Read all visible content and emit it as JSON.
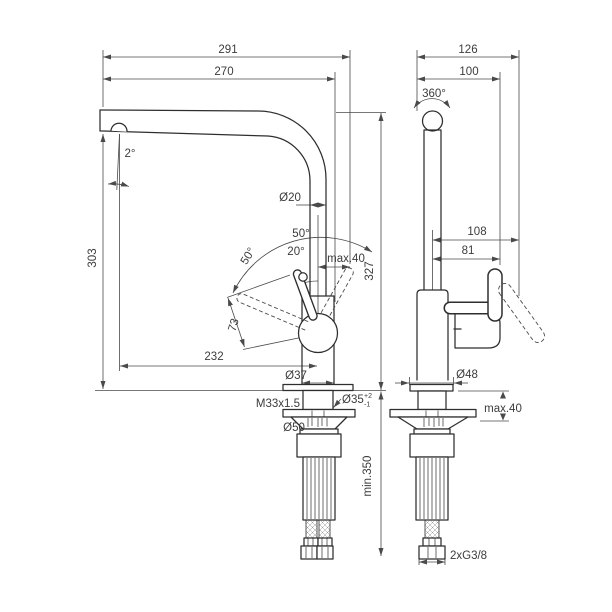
{
  "drawing": {
    "front_view": {
      "projection_overall": "291",
      "projection_spout": "270",
      "spout_angle": "2°",
      "height_outlet": "303",
      "spout_tube_dia": "Ø20",
      "handle_swing": "50°",
      "handle_swing_side": "50°",
      "handle_open_angle": "20°",
      "handle_clearance": "max.40",
      "height_overall": "327",
      "handle_length": "73",
      "outlet_offset": "232",
      "body_dia": "Ø37",
      "mounting_thread": "M33x1.5",
      "hole_dia": "Ø35",
      "hole_tol_upper": "+2",
      "hole_tol_lower": "-1",
      "base_dia": "Ø50",
      "hose_length": "min.350"
    },
    "side_view": {
      "depth_overall": "126",
      "depth_spout": "100",
      "swivel_angle": "360°",
      "handle_depth_tilted": "108",
      "handle_depth": "81",
      "base_plate_dia": "Ø48",
      "deck_thickness": "max.40",
      "hose_connection": "2xG3/8"
    }
  }
}
